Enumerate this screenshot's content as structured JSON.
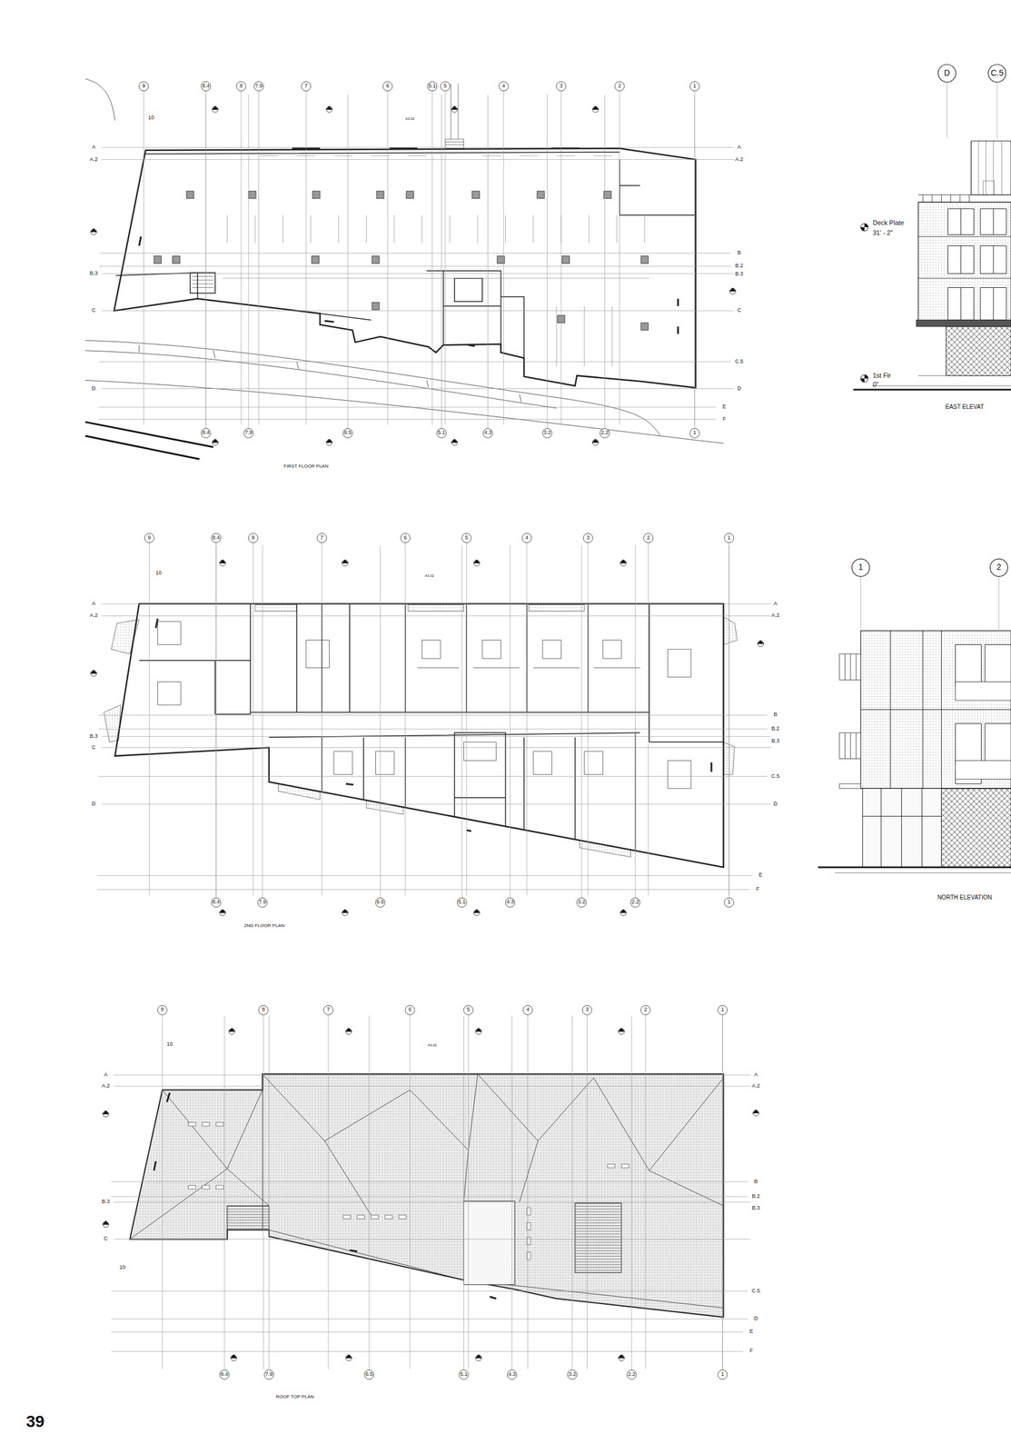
{
  "diagram": {
    "labels": [
      "9",
      "8.4",
      "8",
      "7.9",
      "7",
      "6",
      "5.1",
      "5",
      "4",
      "3",
      "2",
      "1",
      "10",
      "A3.02",
      "8.4",
      "7.9",
      "6.5",
      "5.1",
      "4.3",
      "3.2",
      "2.2",
      "1",
      "A",
      "A.2",
      "B.3",
      "C",
      "D",
      "A",
      "A.2",
      "B",
      "B.2",
      "B.3",
      "C",
      "C.5",
      "D",
      "E",
      "F",
      "FIRST FLOOR PLAN",
      "9",
      "8.4",
      "8",
      "7",
      "6",
      "5",
      "4",
      "3",
      "2",
      "1",
      "10",
      "A3.02",
      "8.4",
      "7.9",
      "6.5",
      "5.1",
      "4.3",
      "3.2",
      "2.2",
      "1",
      "A",
      "A.2",
      "B.3",
      "C",
      "D",
      "A",
      "A.2",
      "B",
      "B.2",
      "B.3",
      "C.5",
      "D",
      "E",
      "F",
      "2ND FLOOR PLAN",
      "9",
      "8",
      "7",
      "6",
      "5",
      "4",
      "3",
      "2",
      "1",
      "10",
      "A3.02",
      "10",
      "8.4",
      "7.9",
      "6.5",
      "5.1",
      "4.3",
      "3.2",
      "2.2",
      "1",
      "A",
      "A.2",
      "B.3",
      "C",
      "A",
      "A.2",
      "B",
      "B.2",
      "B.3",
      "C.5",
      "D",
      "E",
      "F",
      "ROOF TOP PLAN",
      "D",
      "C.5",
      "Deck Plate",
      "31' - 2\"",
      "1st Flr",
      "0\"",
      "EAST ELEVAT",
      "1",
      "2",
      "NORTH ELEVATION",
      "39"
    ]
  }
}
